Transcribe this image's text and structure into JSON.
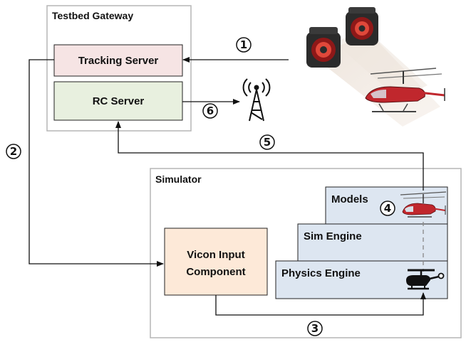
{
  "gateway": {
    "title": "Testbed Gateway",
    "tracking_server": "Tracking Server",
    "rc_server": "RC Server"
  },
  "simulator": {
    "title": "Simulator",
    "vicon_input": [
      "Vicon Input",
      "Component"
    ],
    "models": "Models",
    "sim_engine": "Sim Engine",
    "physics_engine": "Physics Engine"
  },
  "steps": [
    "1",
    "2",
    "3",
    "4",
    "5",
    "6"
  ],
  "colors": {
    "tracking_fill": "#f6e4e4",
    "rc_fill": "#e8f0df",
    "vicon_fill": "#fde9d8",
    "engine_fill": "#dde6f1",
    "helicopter_red": "#c0272d"
  },
  "icons": [
    "vicon-camera-icon",
    "helicopter-photo-icon",
    "radio-antenna-icon",
    "helicopter-model-icon",
    "helicopter-outline-icon"
  ]
}
